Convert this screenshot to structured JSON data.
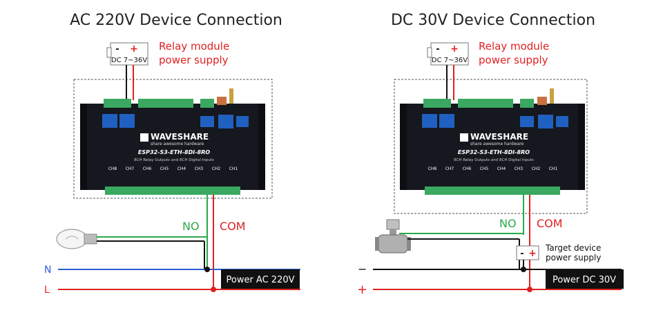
{
  "left": {
    "title": "AC 220V Device Connection",
    "psu": {
      "minus": "-",
      "plus": "+",
      "range": "DC 7~36V"
    },
    "relay_label_line1": "Relay module",
    "relay_label_line2": "power supply",
    "no_label": "NO",
    "com_label": "COM",
    "line_n": "N",
    "line_l": "L",
    "power_tag": "Power AC 220V",
    "device": "light-bulb"
  },
  "right": {
    "title": "DC 30V Device Connection",
    "psu": {
      "minus": "-",
      "plus": "+",
      "range": "DC 7~36V"
    },
    "relay_label_line1": "Relay module",
    "relay_label_line2": "power supply",
    "no_label": "NO",
    "com_label": "COM",
    "line_minus": "−",
    "line_plus": "+",
    "power_tag": "Power DC 30V",
    "target_label_line1": "Target device",
    "target_label_line2": "power supply",
    "target_minus": "-",
    "target_plus": "+",
    "device": "solenoid-valve"
  },
  "module": {
    "brand": "WAVESHARE",
    "tagline": "share awesome hardware",
    "model": "ESP32-S3-ETH-8DI-8RO",
    "desc": "8CH Relay Outputs and 8CH Digital Inputs",
    "channels": [
      "CH8",
      "CH7",
      "CH6",
      "CH5",
      "CH4",
      "CH3",
      "CH2",
      "CH1"
    ]
  },
  "colors": {
    "red": "#e02020",
    "green": "#2aa84a",
    "blue": "#2a5fd8",
    "black": "#111111",
    "module_body": "#15181f",
    "terminal_green": "#3aa860",
    "terminal_blue": "#2060c0"
  }
}
